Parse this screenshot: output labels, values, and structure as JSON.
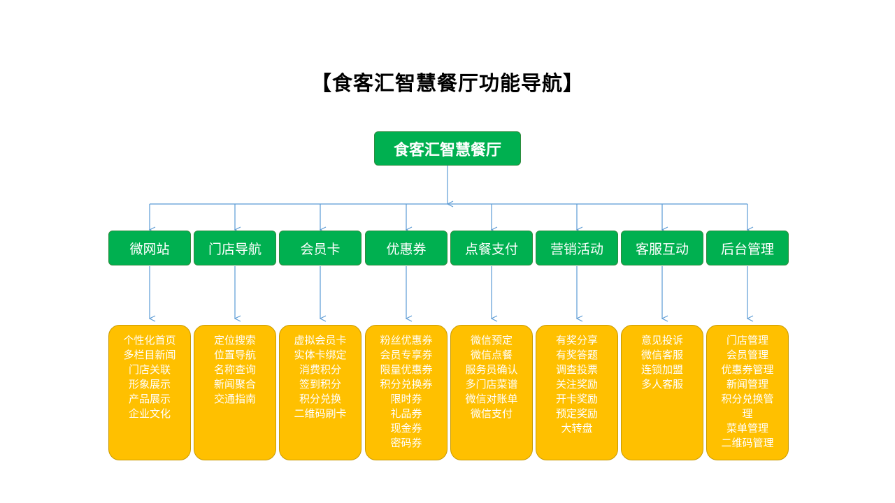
{
  "page": {
    "title": "【食客汇智慧餐厅功能导航】"
  },
  "root": {
    "label": "食客汇智慧餐厅"
  },
  "categories": [
    {
      "label": "微网站",
      "items": [
        "个性化首页",
        "多栏目新闻",
        "门店关联",
        "形象展示",
        "产品展示",
        "企业文化"
      ]
    },
    {
      "label": "门店导航",
      "items": [
        "定位搜索",
        "位置导航",
        "名称查询",
        "新闻聚合",
        "交通指南"
      ]
    },
    {
      "label": "会员卡",
      "items": [
        "虚拟会员卡",
        "实体卡绑定",
        "消费积分",
        "签到积分",
        "积分兑换",
        "二维码刷卡"
      ]
    },
    {
      "label": "优惠券",
      "items": [
        "粉丝优惠券",
        "会员专享券",
        "限量优惠券",
        "积分兑换券",
        "限时券",
        "礼品券",
        "现金券",
        "密码券"
      ]
    },
    {
      "label": "点餐支付",
      "items": [
        "微信预定",
        "微信点餐",
        "服务员确认",
        "多门店菜谱",
        "微信对账单",
        "微信支付"
      ]
    },
    {
      "label": "营销活动",
      "items": [
        "有奖分享",
        "有奖答题",
        "调查投票",
        "关注奖励",
        "开卡奖励",
        "预定奖励",
        "大转盘"
      ]
    },
    {
      "label": "客服互动",
      "items": [
        "意见投诉",
        "微信客服",
        "连锁加盟",
        "多人客服"
      ]
    },
    {
      "label": "后台管理",
      "items": [
        "门店管理",
        "会员管理",
        "优惠券管理",
        "新闻管理",
        "积分兑换管",
        "理",
        "菜单管理",
        "二维码管理"
      ]
    }
  ],
  "colors": {
    "node_green": "#00b050",
    "box_yellow": "#ffc000",
    "connector_blue": "#5b9bd5"
  }
}
